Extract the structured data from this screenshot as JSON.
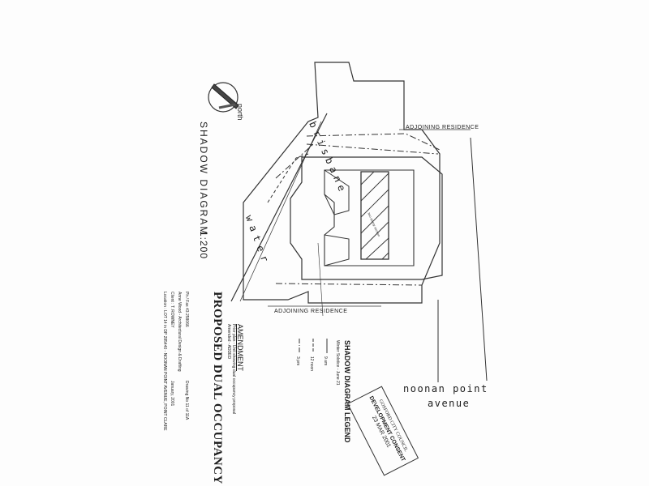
{
  "drawing": {
    "north_label": "north",
    "title": "SHADOW  DIAGRAM",
    "scale": "1:200",
    "street_name_left": "brisbane",
    "street_name_right": "water",
    "adjoining_top": "ADJOINING  RESIDENCE",
    "adjoining_bottom": "ADJOINING  RESIDENCE",
    "two_storey_label": "two storey section",
    "noonan_line1": "noonan  point",
    "noonan_line2": "avenue"
  },
  "project": {
    "title": "PROPOSED DUAL OCCUPANCY",
    "location": "Location : LOT 14 in DP 285440 - NOONAN POINT AVENUE, POINT CLARE",
    "client": "Client : T. ROWNEY",
    "designer": "Anne Wood - Architectural Design & Drafting",
    "phone": "Ph / Fax 43 258066",
    "date": "January, 2001",
    "drawing_no": "Drawing No 11 of 11A"
  },
  "amendment": {
    "heading": "AMENDMENT",
    "line1": "Prior plan - Unit showing dual occupancy proposal",
    "line2": "Amended - ADDED"
  },
  "legend": {
    "title": "SHADOW DIAGRAM LEGEND",
    "subtitle": "Winter Solstice - June 21",
    "item1": "9 am",
    "item2": "12 noon",
    "item3": "3 pm"
  },
  "stamp": {
    "council": "GOSFORD CITY COUNCIL",
    "consent": "DEVELOPMENT CONSENT",
    "date": "23 MAR 2001"
  },
  "colors": {
    "ink": "#1c1c1c",
    "paper": "#fdfdfd"
  }
}
